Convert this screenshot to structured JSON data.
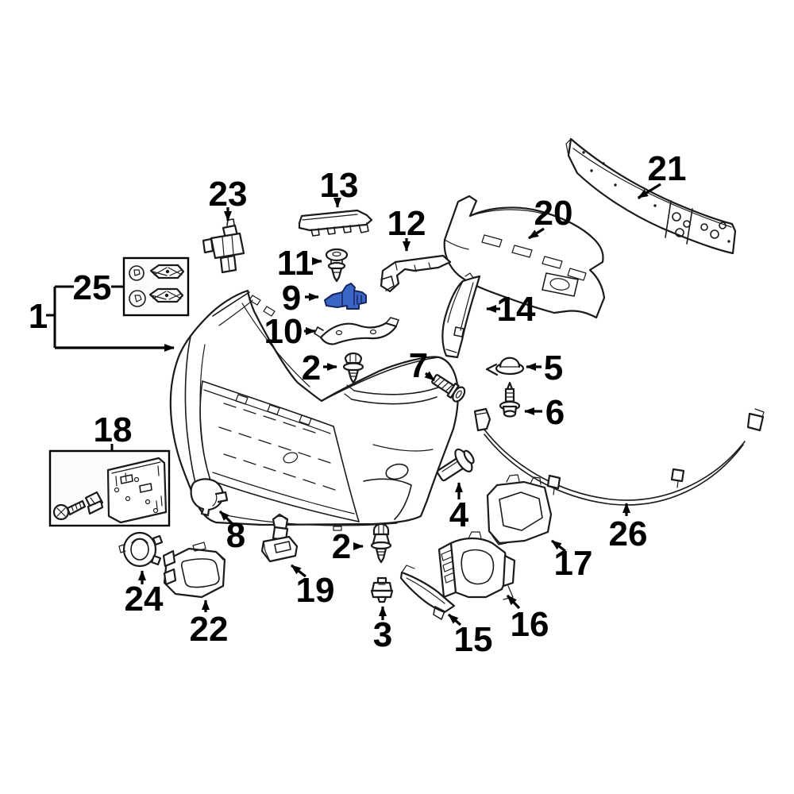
{
  "diagram": {
    "kind": "exploded-parts-diagram",
    "subject": "front-bumper-assembly",
    "background_color": "#ffffff",
    "line_color": "#1a1a1a",
    "label_color": "#000000",
    "highlight_color": "#3a67c6",
    "highlighted_part": "9",
    "part_count": 26
  },
  "callouts": {
    "c1": "1",
    "c2a": "2",
    "c2b": "2",
    "c3": "3",
    "c4": "4",
    "c5": "5",
    "c6": "6",
    "c7": "7",
    "c8": "8",
    "c9": "9",
    "c10": "10",
    "c11": "11",
    "c12": "12",
    "c13": "13",
    "c14": "14",
    "c15": "15",
    "c16": "16",
    "c17": "17",
    "c18": "18",
    "c19": "19",
    "c20": "20",
    "c21": "21",
    "c22": "22",
    "c23": "23",
    "c24": "24",
    "c25": "25",
    "c26": "26"
  }
}
